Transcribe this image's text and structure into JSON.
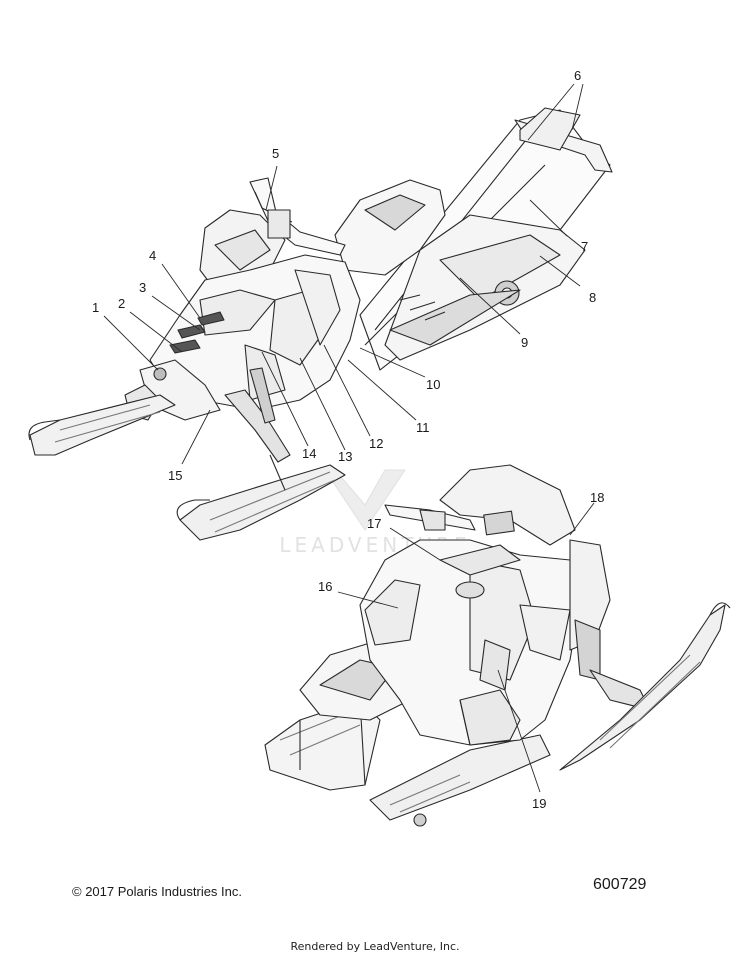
{
  "callouts": [
    "1",
    "2",
    "3",
    "4",
    "5",
    "6",
    "7",
    "8",
    "9",
    "10",
    "11",
    "12",
    "13",
    "14",
    "15",
    "16",
    "17",
    "18",
    "19"
  ],
  "footer": {
    "copyright": "© 2017 Polaris Industries Inc.",
    "diagram_number": "600729",
    "rendered_by": "Rendered by LeadVenture, Inc."
  },
  "watermark": {
    "text": "LEADVENTURE",
    "color": "#e2e2e2"
  },
  "colors": {
    "line": "#2a2a2a",
    "hatch": "#555555"
  }
}
